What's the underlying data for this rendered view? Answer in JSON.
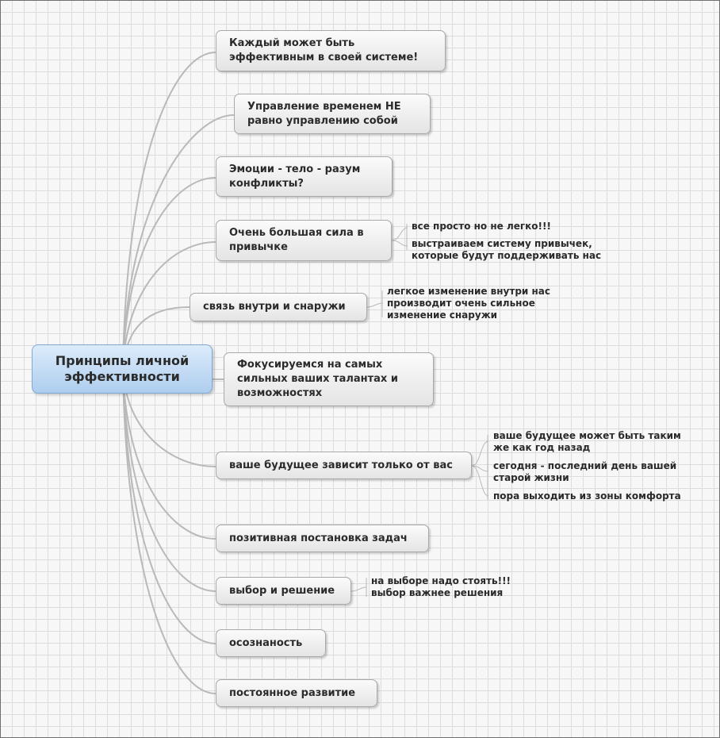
{
  "central": {
    "label": "Принципы личной\nэффективности"
  },
  "branches": [
    {
      "label": "Каждый может быть\nэффективным в своей системе!",
      "notes": []
    },
    {
      "label": "Управление временем НЕ\nравно управлению собой",
      "notes": []
    },
    {
      "label": "Эмоции - тело - разум\nконфликты?",
      "notes": []
    },
    {
      "label": "Очень большая сила в\nпривычке",
      "notes": [
        "все просто но не легко!!!",
        "выстраиваем систему привычек,\nкоторые будут поддерживать нас"
      ]
    },
    {
      "label": "связь внутри и снаружи",
      "notes": [
        "легкое изменение внутри нас\nпроизводит очень сильное\nизменение снаружи"
      ]
    },
    {
      "label": "Фокусируемся на самых\nсильных ваших талантах и\nвозможностях",
      "notes": []
    },
    {
      "label": "ваше будущее зависит только от вас",
      "notes": [
        "ваше будущее может быть таким\nже как год назад",
        "сегодня - последний день вашей\nстарой жизни",
        "пора выходить из зоны комфорта"
      ]
    },
    {
      "label": "позитивная постановка задач",
      "notes": []
    },
    {
      "label": "выбор и решение",
      "notes": [
        "на выборе надо стоять!!!\nвыбор важнее решения"
      ]
    },
    {
      "label": "осознаность",
      "notes": []
    },
    {
      "label": "постоянное развитие",
      "notes": []
    }
  ],
  "colors": {
    "link": "#b9b9b9",
    "root_border": "#7fa9d3",
    "node_border": "#a9a9a9"
  }
}
